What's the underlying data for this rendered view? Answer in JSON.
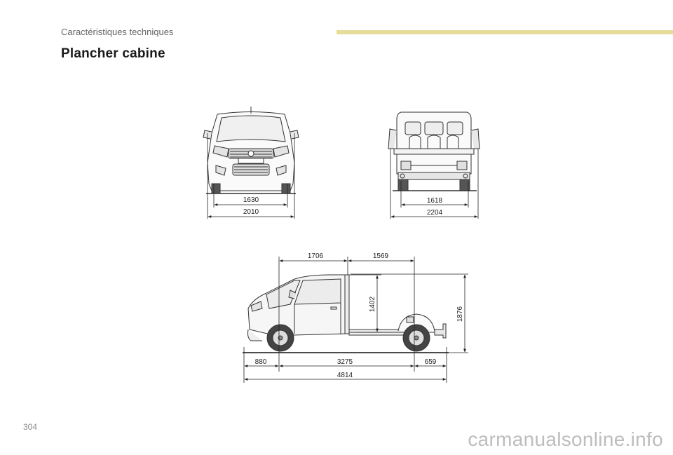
{
  "header": {
    "section_title": "Caractéristiques techniques",
    "accent_color": "#e6dd9c"
  },
  "page": {
    "title": "Plancher cabine",
    "number": "304"
  },
  "watermark": "carmanualsonline.info",
  "front_view": {
    "inner_width": "1630",
    "outer_width": "2010"
  },
  "rear_view": {
    "inner_width": "1618",
    "outer_width": "2204"
  },
  "side_view": {
    "cab_length": "1706",
    "platform_length": "1569",
    "cab_height": "1402",
    "total_height": "1876",
    "front_overhang": "880",
    "wheelbase": "3275",
    "rear_overhang": "659",
    "total_length": "4814"
  }
}
